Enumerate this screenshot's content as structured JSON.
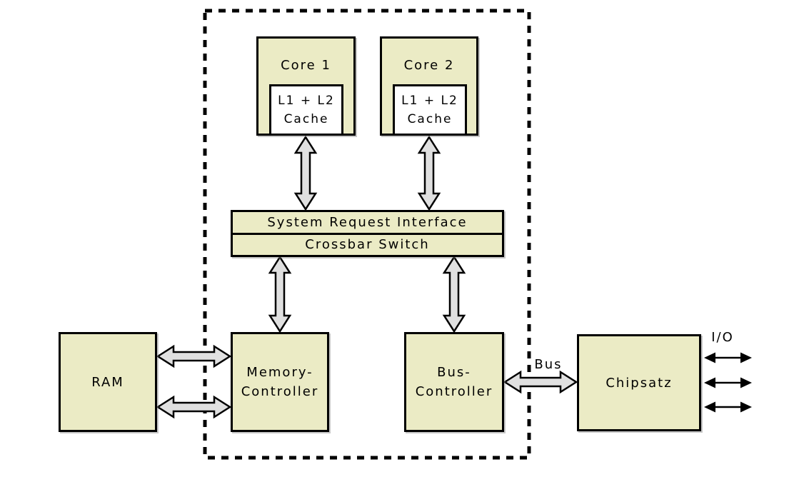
{
  "colors": {
    "background": "#ffffff",
    "box_fill": "#ebebc5",
    "cache_fill": "#ffffff",
    "arrow_fill": "#e0e0e0",
    "outline": "#000000"
  },
  "boxes": {
    "core1": {
      "label": "Core 1",
      "cache": {
        "line1": "L1 + L2",
        "line2": "Cache"
      }
    },
    "core2": {
      "label": "Core 2",
      "cache": {
        "line1": "L1 + L2",
        "line2": "Cache"
      }
    },
    "system_request_interface": {
      "label": "System Request Interface"
    },
    "crossbar_switch": {
      "label": "Crossbar Switch"
    },
    "ram": {
      "label": "RAM"
    },
    "memory_controller": {
      "line1": "Memory-",
      "line2": "Controller"
    },
    "bus_controller": {
      "line1": "Bus-",
      "line2": "Controller"
    },
    "chipset": {
      "label": "Chipsatz"
    }
  },
  "labels": {
    "bus": "Bus",
    "io": "I/O"
  },
  "connections": [
    {
      "from": "Core 1 / L1 + L2 Cache",
      "to": "System Request Interface",
      "style": "outlined-double-arrow"
    },
    {
      "from": "Core 2 / L1 + L2 Cache",
      "to": "System Request Interface",
      "style": "outlined-double-arrow"
    },
    {
      "from": "Crossbar Switch",
      "to": "Memory-Controller",
      "style": "outlined-double-arrow"
    },
    {
      "from": "Crossbar Switch",
      "to": "Bus-Controller",
      "style": "outlined-double-arrow"
    },
    {
      "from": "RAM",
      "to": "Memory-Controller",
      "style": "outlined-double-arrow",
      "count": 2
    },
    {
      "from": "Bus-Controller",
      "to": "Chipsatz",
      "style": "outlined-double-arrow",
      "label": "Bus"
    },
    {
      "from": "Chipsatz",
      "to": "I/O",
      "style": "thin-double-arrow",
      "count": 3
    }
  ],
  "boundary": {
    "style": "dashed-rectangle",
    "meaning": "CPU package boundary"
  }
}
